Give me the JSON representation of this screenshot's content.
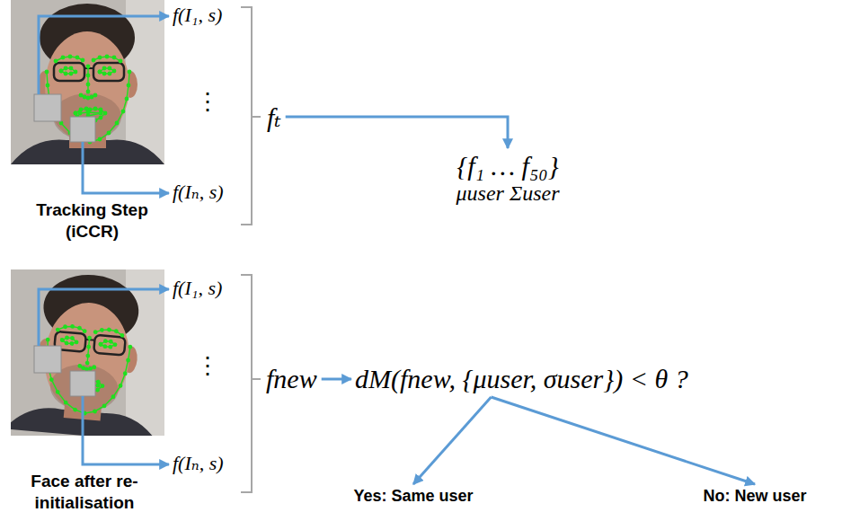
{
  "diagram": {
    "nodes": [
      {
        "text": [
          "fₜ"
        ]
      },
      {
        "text": [
          "{f₁ … f₅₀}",
          "μuser Σuser"
        ]
      },
      {
        "text": [
          "fnew"
        ]
      },
      {
        "text": [
          "dM(fnew, {μuser, σuser}) < θ ?"
        ]
      },
      {
        "text": [
          "Yes: Same user"
        ]
      },
      {
        "text": [
          "No: New user"
        ]
      }
    ],
    "edges": [
      {
        "from": 0,
        "to": 1,
        "arrow": "to"
      },
      {
        "from": 2,
        "to": 3,
        "arrow": "to"
      },
      {
        "from": 3,
        "to": 4,
        "arrow": "to"
      },
      {
        "from": 3,
        "to": 5,
        "arrow": "to"
      }
    ],
    "labels": [
      "f(I₁, s)",
      "⋮",
      "f(Iₙ, s)",
      "Tracking Step (iCCR)",
      "f(I₁, s)",
      "⋮",
      "f(Iₙ, s)",
      "Face after re-initialisation"
    ]
  }
}
